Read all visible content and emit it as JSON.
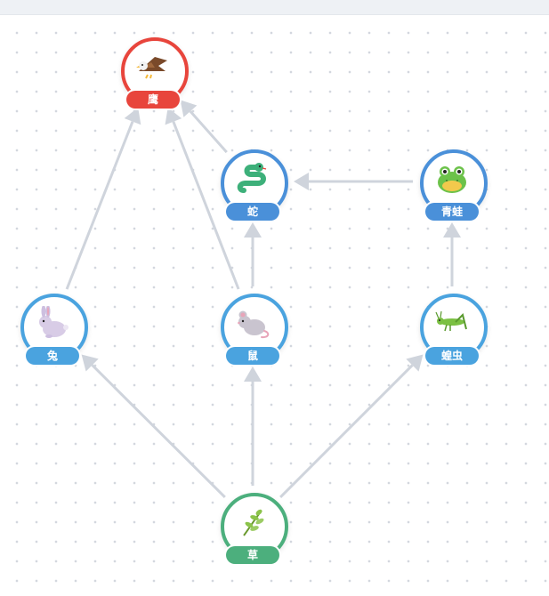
{
  "diagram": {
    "nodes": [
      {
        "id": "eagle",
        "label": "鹰",
        "icon": "eagle-icon",
        "color": "#e8453c"
      },
      {
        "id": "snake",
        "label": "蛇",
        "icon": "snake-icon",
        "color": "#4a90d9"
      },
      {
        "id": "frog",
        "label": "青蛙",
        "icon": "frog-icon",
        "color": "#4a90d9"
      },
      {
        "id": "rabbit",
        "label": "兔",
        "icon": "rabbit-icon",
        "color": "#4aa3df"
      },
      {
        "id": "mouse",
        "label": "鼠",
        "icon": "mouse-icon",
        "color": "#4aa3df"
      },
      {
        "id": "grasshopper",
        "label": "蝗虫",
        "icon": "grasshopper-icon",
        "color": "#4aa3df"
      },
      {
        "id": "grass",
        "label": "草",
        "icon": "grass-icon",
        "color": "#4caf7d"
      }
    ],
    "edges": [
      {
        "from": "grass",
        "to": "rabbit"
      },
      {
        "from": "grass",
        "to": "mouse"
      },
      {
        "from": "grass",
        "to": "grasshopper"
      },
      {
        "from": "rabbit",
        "to": "eagle"
      },
      {
        "from": "mouse",
        "to": "eagle"
      },
      {
        "from": "mouse",
        "to": "snake"
      },
      {
        "from": "snake",
        "to": "eagle"
      },
      {
        "from": "frog",
        "to": "snake"
      },
      {
        "from": "grasshopper",
        "to": "frog"
      }
    ],
    "edge_color": "#cfd4dc"
  }
}
